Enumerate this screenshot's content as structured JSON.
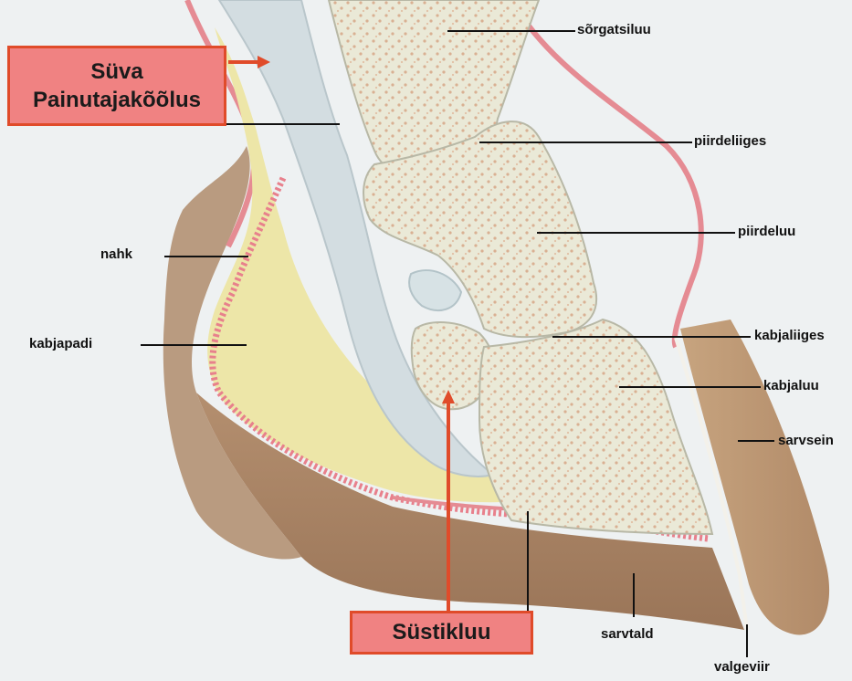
{
  "labels": {
    "sorgatsiluu": "sõrgatsiluu",
    "piirdeliiges": "piirdeliiges",
    "piirdeluu": "piirdeluu",
    "nahk": "nahk",
    "kabjapadi": "kabjapadi",
    "kabjaliiges": "kabjaliiges",
    "kabjaluu": "kabjaluu",
    "sarvsein": "sarvsein",
    "sarvtald": "sarvtald",
    "valgeviir": "valgeviir"
  },
  "callouts": {
    "deep_flexor_line1": "Süva",
    "deep_flexor_line2": "Painutajakõõlus",
    "navicular": "Süstikluu"
  },
  "colors": {
    "background": "#eef1f2",
    "callout_fill": "#f08282",
    "callout_border": "#e04b2a",
    "arrow": "#e04b2a",
    "skin": "#e58b93",
    "horn": "#a88466",
    "bone": "#eae9d7",
    "bone_dots": "#d6ae8e",
    "digital_cushion": "#ede6a8",
    "tendon": "#cfd9dd"
  }
}
